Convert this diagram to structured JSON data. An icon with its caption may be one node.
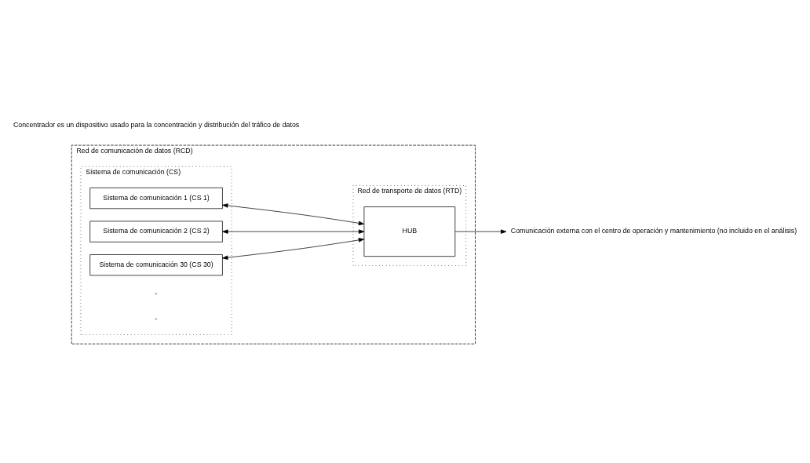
{
  "diagram": {
    "nodes": [
      {
        "text": [
          "Red de comunicación de datos (RCD)"
        ]
      },
      {
        "text": [
          "Sistema de comunicación (CS)"
        ],
        "in": 0
      },
      {
        "text": [
          "Sistema de comunicación 1 (CS 1)"
        ],
        "in": 1
      },
      {
        "text": [
          "Sistema de comunicación 2 (CS 2)"
        ],
        "in": 1
      },
      {
        "text": [
          "Sistema de comunicación 30 (CS 30)"
        ],
        "in": 1
      },
      {
        "text": [
          "Red de transporte de datos (RTD)"
        ],
        "in": 0
      },
      {
        "text": [
          "HUB"
        ],
        "in": 5
      },
      {
        "text": [
          "Comunicación externa con el centro de operación y mantenimiento (no incluido en el análisis)"
        ]
      }
    ],
    "edges": [
      {
        "from": 2,
        "to": 6,
        "arrow": "both"
      },
      {
        "from": 3,
        "to": 6,
        "arrow": "both"
      },
      {
        "from": 4,
        "to": 6,
        "arrow": "both"
      },
      {
        "from": 6,
        "to": 7,
        "arrow": "to"
      }
    ],
    "labels": [
      "-",
      "-",
      "Concentrador es un dispositivo usado para la concentración y distribución del tráfico de datos"
    ]
  }
}
